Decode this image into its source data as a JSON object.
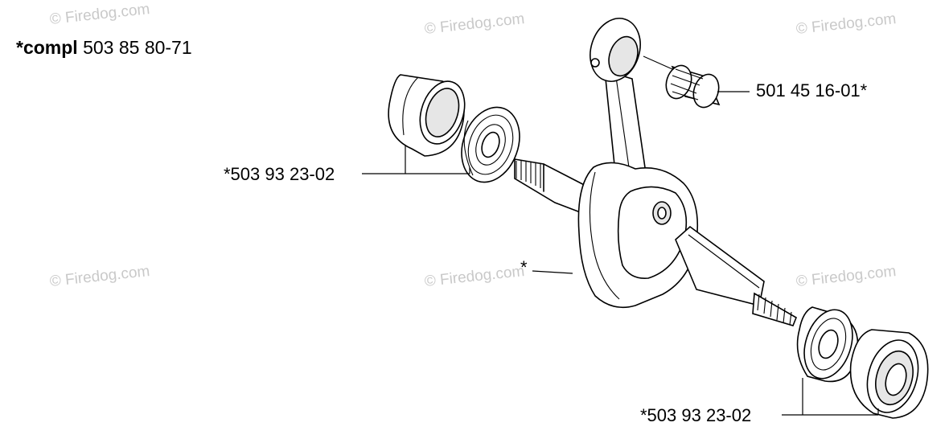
{
  "watermarks": [
    "© Firedog.com",
    "© Firedog.com",
    "© Firedog.com",
    "© Firedog.com",
    "© Firedog.com",
    "© Firedog.com"
  ],
  "labels": {
    "kit_prefix": "*compl",
    "kit_number": "503 85 80-71",
    "needle_bearing": "501 45 16-01*",
    "bearing_left": "*503 93 23-02",
    "bearing_right": "*503 93 23-02",
    "crankshaft": "*"
  }
}
